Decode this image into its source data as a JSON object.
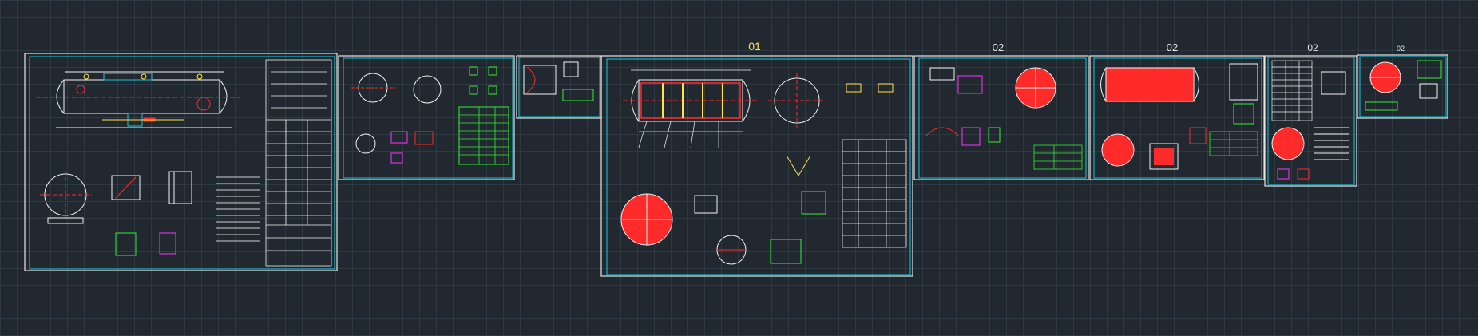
{
  "sheet_labels": {
    "sheet_3": "01",
    "sheet_4": "02",
    "sheet_5": "02",
    "sheet_6": "02",
    "sheet_7": "02"
  },
  "colors": {
    "background": "#212830",
    "sheet_border": "#e6e6e6",
    "frame": "#19c8d6",
    "geometry": "#f2f2f2",
    "accent_red": "#ff2a2a",
    "accent_green": "#33ee33",
    "accent_yellow": "#ffe24a",
    "accent_magenta": "#ff33ff",
    "label_yellow": "#ffe24a",
    "label_white": "#e8e8e8"
  }
}
